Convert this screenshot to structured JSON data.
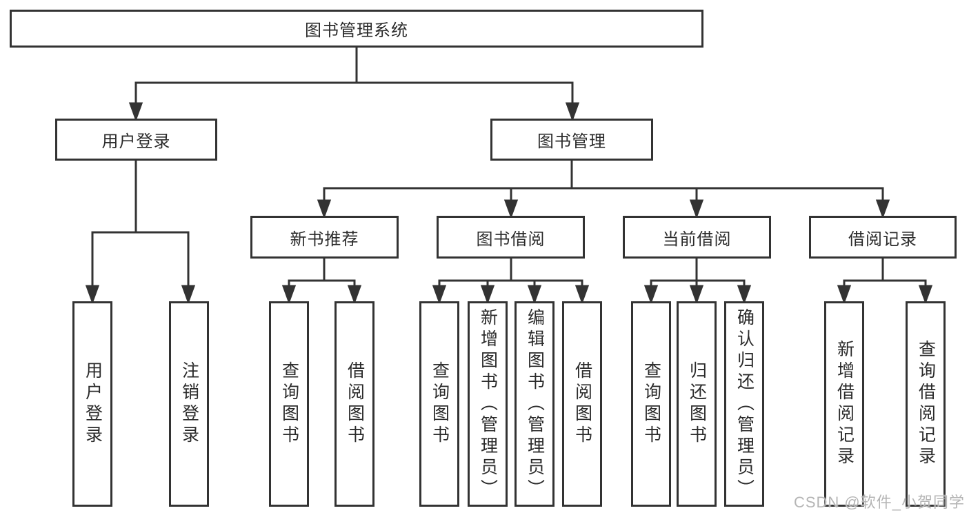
{
  "tree": {
    "root": {
      "label": "图书管理系统"
    },
    "level2": {
      "user_login": {
        "label": "用户登录"
      },
      "book_management": {
        "label": "图书管理"
      }
    },
    "level3": {
      "new_book_recommend": {
        "label": "新书推荐"
      },
      "book_borrow": {
        "label": "图书借阅"
      },
      "current_borrow": {
        "label": "当前借阅"
      },
      "borrow_records": {
        "label": "借阅记录"
      }
    },
    "leaves": {
      "user_login": [
        {
          "label": "用户登录"
        },
        {
          "label": "注销登录"
        }
      ],
      "new_book_recommend": [
        {
          "label": "查询图书"
        },
        {
          "label": "借阅图书"
        }
      ],
      "book_borrow": [
        {
          "label": "查询图书"
        },
        {
          "label": "新增图书（管理员）"
        },
        {
          "label": "编辑图书（管理员）"
        },
        {
          "label": "借阅图书"
        }
      ],
      "current_borrow": [
        {
          "label": "查询图书"
        },
        {
          "label": "归还图书"
        },
        {
          "label": "确认归还（管理员）"
        }
      ],
      "borrow_records": [
        {
          "label": "新增借阅记录"
        },
        {
          "label": "查询借阅记录"
        }
      ]
    }
  },
  "watermark": {
    "text": "CSDN @软件_小贺同学"
  },
  "colors": {
    "line": "#333333",
    "text": "#2b2b2b",
    "background": "#ffffff",
    "watermark": "#b5b5b5"
  }
}
